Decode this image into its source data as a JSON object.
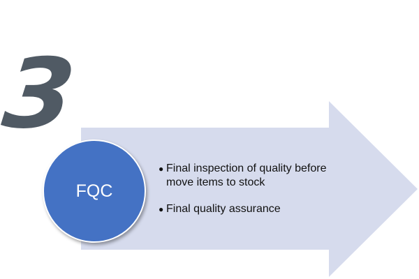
{
  "step_number": "3",
  "circle_label": "FQC",
  "bullets": [
    "Final inspection of quality before move items to stock",
    "Final quality assurance"
  ],
  "colors": {
    "arrow": "#d6dbed",
    "circle": "#4472c4",
    "number": "#505a64"
  }
}
